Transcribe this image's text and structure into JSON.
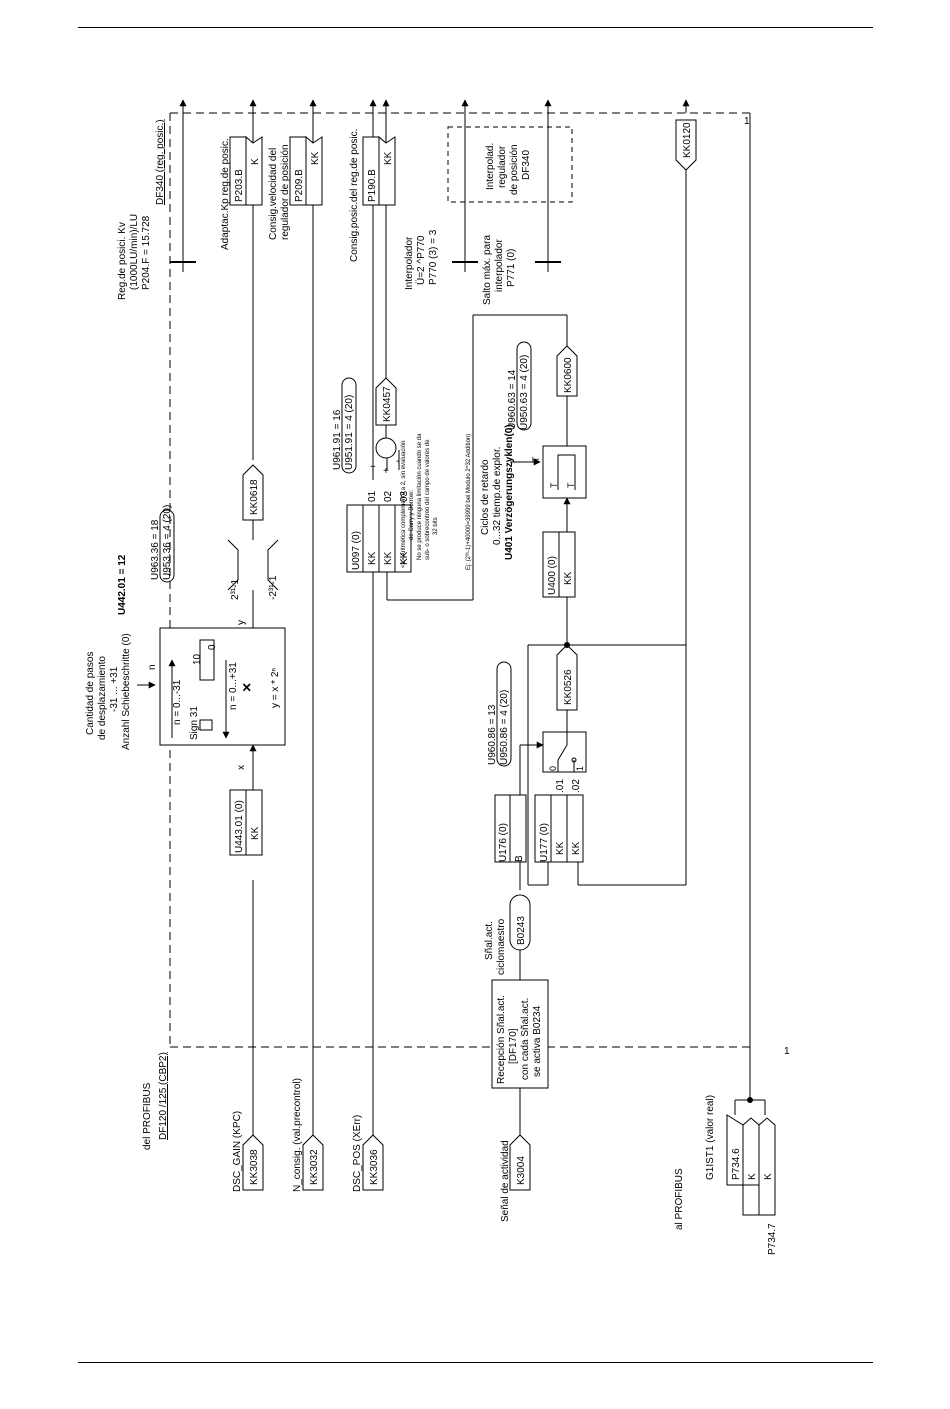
{
  "frame": {
    "corner_top": "1",
    "corner_bottom": "1"
  },
  "profibus_in": {
    "title": "del PROFIBUS",
    "df_ref": "DF120 /125 (CBP2)",
    "signals": [
      {
        "label": "DSC_GAIN (KPC)",
        "connector": "KK3038"
      },
      {
        "label": "N_consig. (val.precontrol)",
        "connector": "KK3032"
      },
      {
        "label": "DSC_POS (XErr)",
        "connector": "KK3036"
      }
    ],
    "activity": {
      "label": "Señal de actividad",
      "connector": "K3004"
    }
  },
  "reception": {
    "lines": [
      "Recepción Sñal.act.",
      "[DF170]",
      "con cada Sñal.act.",
      "se activa B0234"
    ],
    "out_label": [
      "Sñal.act.",
      "ciclomaestro"
    ],
    "out_connector": "B0243"
  },
  "selector": {
    "u176": "U176 (0)",
    "u176_type": "B",
    "u177": "U177 (0)",
    "u177_types": [
      "KK",
      "KK"
    ],
    "u177_idx": [
      ".01",
      ".02"
    ],
    "switch_pos": [
      "0",
      "1"
    ],
    "sample": [
      "U960.86 = 13",
      "U950.86 = 4  (20)"
    ],
    "out_connector": "KK0526"
  },
  "shift": {
    "in_param": "U443.01 (0)",
    "in_type": "KK",
    "x": "x",
    "n": "n",
    "y": "y",
    "desc": [
      "Cantidad de pasos",
      "de desplazamiento",
      "-31 ... +31",
      "Anzahl Schiebeschritte (0)"
    ],
    "param": "U442.01 = 12",
    "box_text": [
      "n = 0...-31",
      "Sign  31",
      "10",
      "0",
      "n = 0...+31",
      "×",
      "y = x * 2ⁿ"
    ],
    "limit_pos": "2³¹-1",
    "limit_neg": "-2³¹-1",
    "sample": [
      "U963.36 = 18",
      "U953.36 = 4  (20)"
    ],
    "out_connector": "KK0618"
  },
  "adder": {
    "param": "U097 (0)",
    "types": [
      "KK",
      "KK",
      "KK"
    ],
    "idx": [
      "01",
      "02",
      "03"
    ],
    "signs": [
      "+",
      "+",
      "-"
    ],
    "sample": [
      "U961.91 = 16",
      "U951.91 = 4  (20)"
    ],
    "out_connector": "KK0457",
    "note": [
      "<1> Aritmética complemento a 2, sin evaluación",
      "de Carry y Borrow:",
      "No se produce ninguna limitación cuando se da",
      "sub- o sobrecontreo del campo de valores de",
      "32 bits",
      "Ej: (2³¹-1)+40000=39999 bei Modulo 2^32 Addition)"
    ]
  },
  "delay": {
    "in_param": "U400 (0)",
    "in_type": "KK",
    "desc": [
      "Ciclos de retardo",
      "0...32 tiemp.de explor.",
      "U401 Verzögerungszyklen(0)"
    ],
    "t_labels": [
      "T",
      "T",
      "T"
    ],
    "sample": [
      "U960.63 = 14",
      "U950.63 = 4  (20)"
    ],
    "out_connector": "KK0600"
  },
  "outputs": [
    {
      "param": "P203.B",
      "type": "K",
      "label": "Adaptac.Kp reg.de posic."
    },
    {
      "param": "P209.B",
      "type": "KK",
      "label": [
        "Consig.velocidad del",
        "regulador de posición"
      ]
    },
    {
      "param": "P190.B",
      "type": "KK",
      "label": "Consig.posic.del reg.de posic."
    }
  ],
  "kv": {
    "lines": [
      "Reg.de posici. Kv",
      "(1000LU/min)/LU",
      "P204.F = 15.728"
    ],
    "df": "DF340 (reg. posic.)"
  },
  "interp": {
    "lines": [
      "Interpolador",
      "Ü=2 ^P770",
      "P770 (3) = 3"
    ]
  },
  "salto": {
    "lines": [
      "Salto máx. para",
      "interpolador",
      "P771 (0)"
    ]
  },
  "interp_box": [
    "Interpolad.",
    "regulador",
    "de posición",
    "DF340"
  ],
  "kk0120": "KK0120",
  "profibus_out": {
    "title": "al PROFIBUS",
    "label": "G1IST1 (valor real)",
    "params": [
      "P734.6",
      "P734.7"
    ],
    "types": [
      "K",
      "K"
    ]
  }
}
